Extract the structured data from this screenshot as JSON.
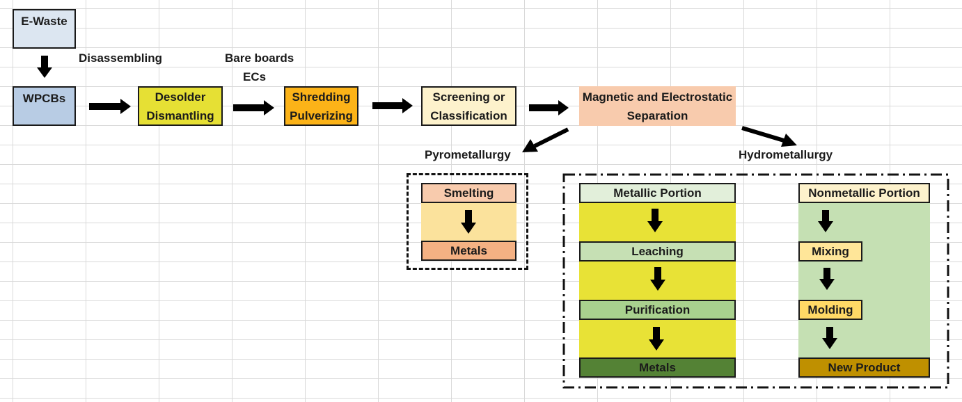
{
  "nodes": {
    "ewaste": "E-Waste",
    "wpcbs": "WPCBs",
    "desolder": "Desolder\nDismantling",
    "shredding": "Shredding\nPulverizing",
    "screening": "Screening or\nClassification",
    "magnetic": "Magnetic and Electrostatic\nSeparation",
    "smelting": "Smelting",
    "pyro_metals": "Metals",
    "metallic_portion": "Metallic Portion",
    "leaching": "Leaching",
    "purification": "Purification",
    "hydro_metals": "Metals",
    "nonmetallic_portion": "Nonmetallic Portion",
    "mixing": "Mixing",
    "molding": "Molding",
    "new_product": "New Product"
  },
  "labels": {
    "disassembling": "Disassembling",
    "bare_boards": "Bare boards",
    "ecs": "ECs",
    "pyrometallurgy": "Pyrometallurgy",
    "hydrometallurgy": "Hydrometallurgy"
  },
  "colors": {
    "ewaste": "#dce6f1",
    "wpcbs": "#b8cce4",
    "desolder": "#e6e034",
    "shredding": "#fcb318",
    "screening": "#fdf2cc",
    "magnetic": "#f8cbad",
    "smelting": "#f8cbad",
    "pyro_bg": "#fbe29c",
    "pyro_metals": "#f4b183",
    "metallic_bg": "#e8e236",
    "metallic_portion": "#e2efda",
    "leaching": "#c6e0b4",
    "purification": "#a9d18e",
    "hydro_metals": "#548235",
    "nonmetallic_bg": "#c5e0b3",
    "nonmetallic_portion": "#fdf2cc",
    "mixing": "#ffe699",
    "molding": "#ffd966",
    "new_product": "#bf9000"
  }
}
